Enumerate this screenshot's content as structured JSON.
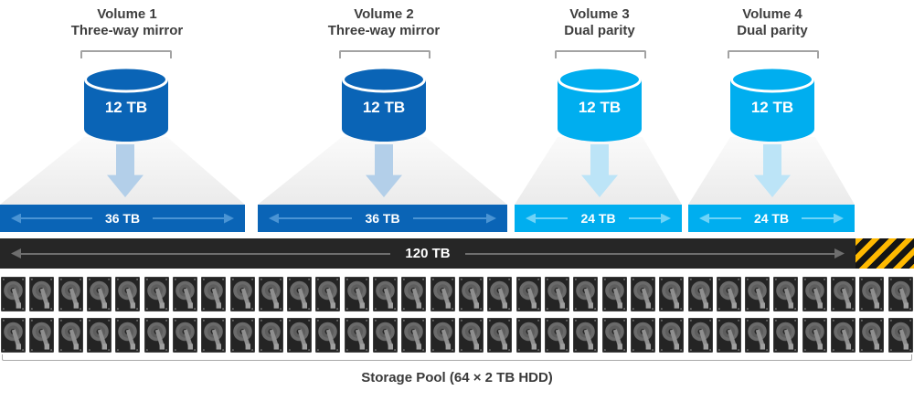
{
  "volumes": [
    {
      "name": "Volume 1",
      "resiliency": "Three-way mirror",
      "size": "12 TB",
      "footprint": "36 TB",
      "color": "#0a64b6",
      "arrow_color": "#4a94d4",
      "funnel_arrow_color": "#b3cfe9"
    },
    {
      "name": "Volume 2",
      "resiliency": "Three-way mirror",
      "size": "12 TB",
      "footprint": "36 TB",
      "color": "#0a64b6",
      "arrow_color": "#4a94d4",
      "funnel_arrow_color": "#b3cfe9"
    },
    {
      "name": "Volume 3",
      "resiliency": "Dual parity",
      "size": "12 TB",
      "footprint": "24 TB",
      "color": "#00aeef",
      "arrow_color": "#6ed3f7",
      "funnel_arrow_color": "#bce4f7"
    },
    {
      "name": "Volume 4",
      "resiliency": "Dual parity",
      "size": "12 TB",
      "footprint": "24 TB",
      "color": "#00aeef",
      "arrow_color": "#6ed3f7",
      "funnel_arrow_color": "#bce4f7"
    }
  ],
  "pool_bar": {
    "label": "120 TB",
    "color": "#262626",
    "arrow_color": "#6e6e6e",
    "reserve_hatch_colors": {
      "yellow": "#ffb900",
      "black": "#151515"
    }
  },
  "storage_pool": {
    "label": "Storage Pool  (64 × 2 TB HDD)",
    "rows": 2,
    "drives_per_row": 32
  }
}
